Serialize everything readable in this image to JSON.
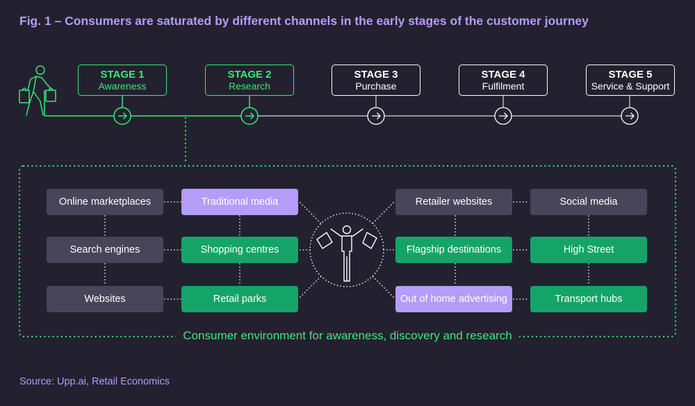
{
  "title": "Fig. 1 – Consumers are saturated by different channels in the early stages of the customer journey",
  "source": "Source: Upp.ai, Retail Economics",
  "colors": {
    "background": "#23212f",
    "accent_green": "#3ae87a",
    "accent_purple": "#b49cf8",
    "tile_grey": "#48445a",
    "tile_green": "#15a468"
  },
  "stages": [
    {
      "num": "STAGE 1",
      "name": "Awareness",
      "active": true
    },
    {
      "num": "STAGE 2",
      "name": "Research",
      "active": true
    },
    {
      "num": "STAGE 3",
      "name": "Purchase",
      "active": false
    },
    {
      "num": "STAGE 4",
      "name": "Fulfilment",
      "active": false
    },
    {
      "num": "STAGE 5",
      "name": "Service & Support",
      "active": false
    }
  ],
  "channels": {
    "left_col1": [
      "Online marketplaces",
      "Search engines",
      "Websites"
    ],
    "left_col2": [
      "Traditional media",
      "Shopping centres",
      "Retail parks"
    ],
    "right_col1": [
      "Retailer websites",
      "Flagship destinations",
      "Out of home advertising"
    ],
    "right_col2": [
      "Social media",
      "High Street",
      "Transport hubs"
    ]
  },
  "environment_label": "Consumer environment for awareness, discovery and research",
  "icons": {
    "journey": "walking-shopper-icon",
    "center": "shopper-with-bags-icon",
    "stage_marker": "arrow-right-circle-icon"
  }
}
